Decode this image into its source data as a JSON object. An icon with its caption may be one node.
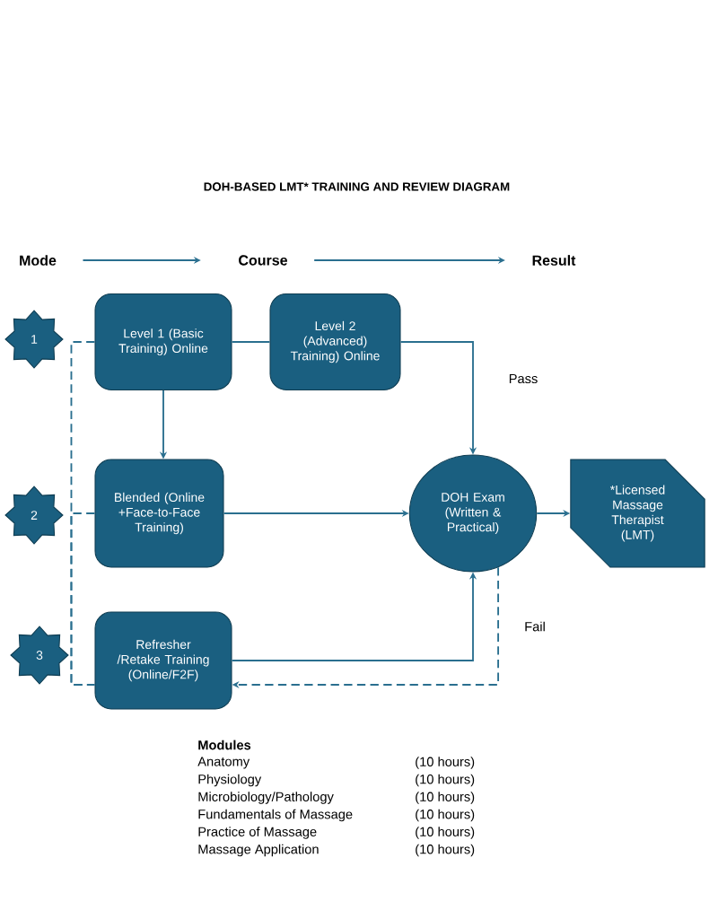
{
  "diagram": {
    "title": "DOH-BASED LMT* TRAINING AND REVIEW DIAGRAM",
    "nodes": [
      {
        "text": [
          "1"
        ]
      },
      {
        "text": [
          "2"
        ]
      },
      {
        "text": [
          "3"
        ]
      },
      {
        "text": [
          "Level 1 (Basic Training) Online"
        ]
      },
      {
        "text": [
          "Level 2 (Advanced) Training) Online"
        ]
      },
      {
        "text": [
          "Blended (Online +Face-to-Face Training)"
        ]
      },
      {
        "text": [
          "Refresher /Retake Training (Online/F2F)"
        ]
      },
      {
        "text": [
          "DOH Exam (Written & Practical)"
        ]
      },
      {
        "text": [
          "*Licensed Massage Therapist (LMT)"
        ]
      },
      {
        "text": [
          "Mode"
        ]
      },
      {
        "text": [
          "Course"
        ]
      },
      {
        "text": [
          "Result"
        ]
      }
    ],
    "edges": [
      {
        "from": 9,
        "to": 10,
        "arrow": "to"
      },
      {
        "from": 10,
        "to": 11,
        "arrow": "to"
      },
      {
        "from": 3,
        "to": 4,
        "arrow": "none"
      },
      {
        "from": 4,
        "to": 7,
        "arrow": "to",
        "label": "Pass"
      },
      {
        "from": 3,
        "to": 5,
        "arrow": "to"
      },
      {
        "from": 5,
        "to": 7,
        "arrow": "to"
      },
      {
        "from": 7,
        "to": 8,
        "arrow": "to"
      },
      {
        "from": 6,
        "to": 7,
        "arrow": "to"
      },
      {
        "from": 7,
        "to": 6,
        "arrow": "to",
        "style": "dashed",
        "label": "Fail"
      },
      {
        "from": 3,
        "to": 6,
        "arrow": "none",
        "style": "dashed"
      },
      {
        "from": 5,
        "to": 6,
        "arrow": "none",
        "style": "dashed"
      }
    ],
    "labels": [
      "Modules",
      "Anatomy",
      "(10 hours)",
      "Physiology",
      "(10 hours)",
      "Microbiology/Pathology",
      "(10 hours)",
      "Fundamentals of Massage",
      "(10 hours)",
      "Practice of Massage",
      "(10 hours)",
      "Massage Application",
      "(10 hours)"
    ]
  }
}
